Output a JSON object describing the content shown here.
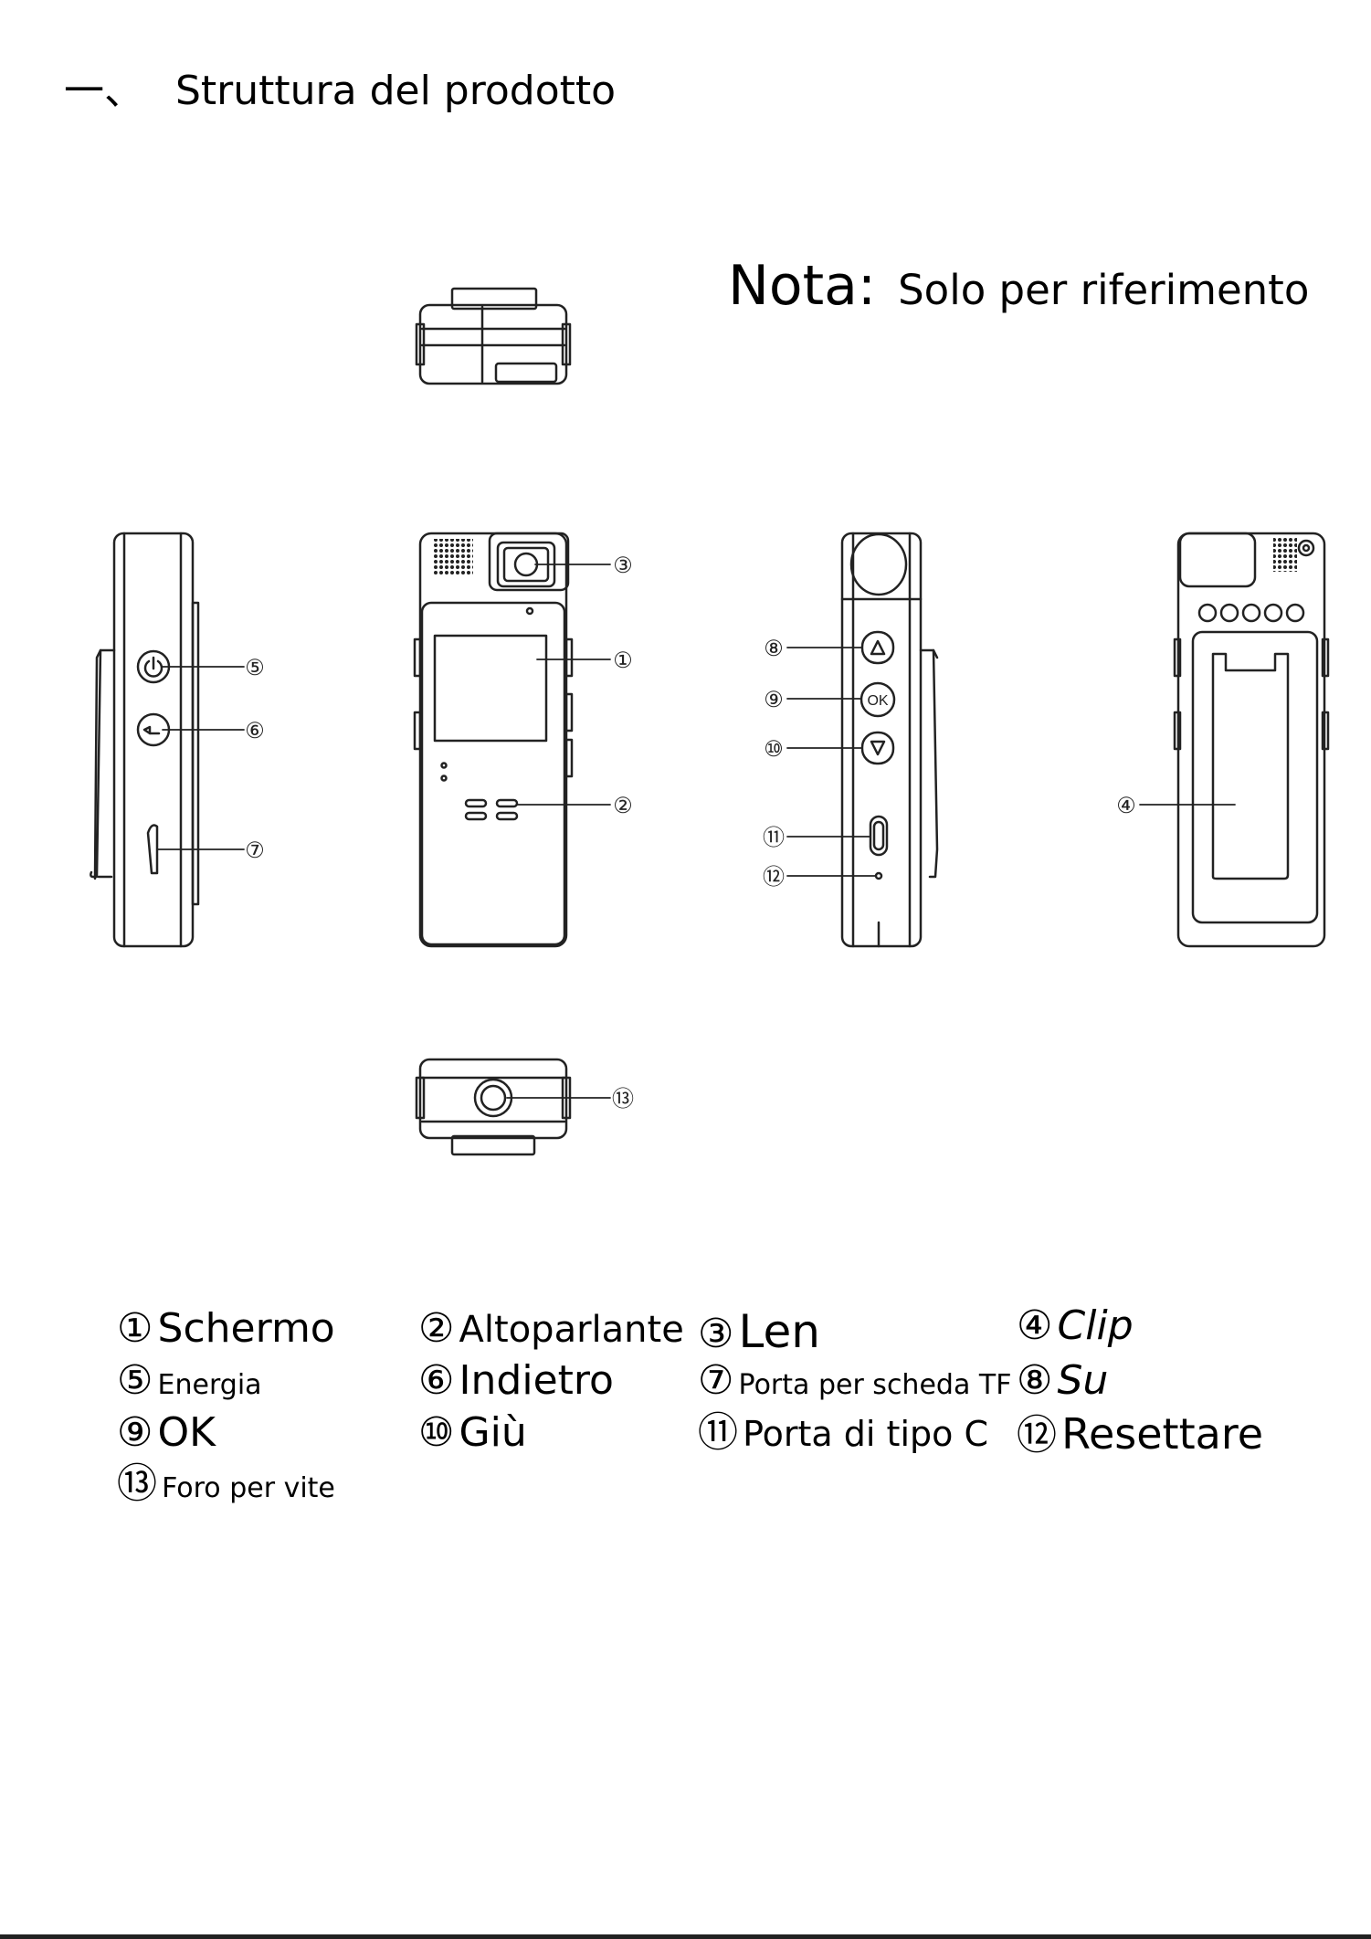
{
  "heading": {
    "prefix": "一、",
    "title": "Struttura del prodotto"
  },
  "note": {
    "label": "Nota:",
    "text": "Solo per riferimento"
  },
  "callouts": {
    "c1": "①",
    "c2": "②",
    "c3": "③",
    "c4": "④",
    "c5": "⑤",
    "c6": "⑥",
    "c7": "⑦",
    "c8": "⑧",
    "c9": "⑨",
    "c10": "⑩",
    "c11": "⑪",
    "c12": "⑫",
    "c13": "⑬"
  },
  "button_labels": {
    "ok": "OK"
  },
  "legend": [
    {
      "num": "①",
      "label": "Schermo"
    },
    {
      "num": "②",
      "label": "Altoparlante"
    },
    {
      "num": "③",
      "label": "Len"
    },
    {
      "num": "④",
      "label": "Clip"
    },
    {
      "num": "⑤",
      "label": "Energia"
    },
    {
      "num": "⑥",
      "label": "Indietro"
    },
    {
      "num": "⑦",
      "label": "Porta per scheda TF"
    },
    {
      "num": "⑧",
      "label": "Su"
    },
    {
      "num": "⑨",
      "label": "OK"
    },
    {
      "num": "⑩",
      "label": "Giù"
    },
    {
      "num": "⑪",
      "label": "Porta di tipo C"
    },
    {
      "num": "⑫",
      "label": "Resettare"
    },
    {
      "num": "⑬",
      "label": "Foro per vite"
    }
  ]
}
